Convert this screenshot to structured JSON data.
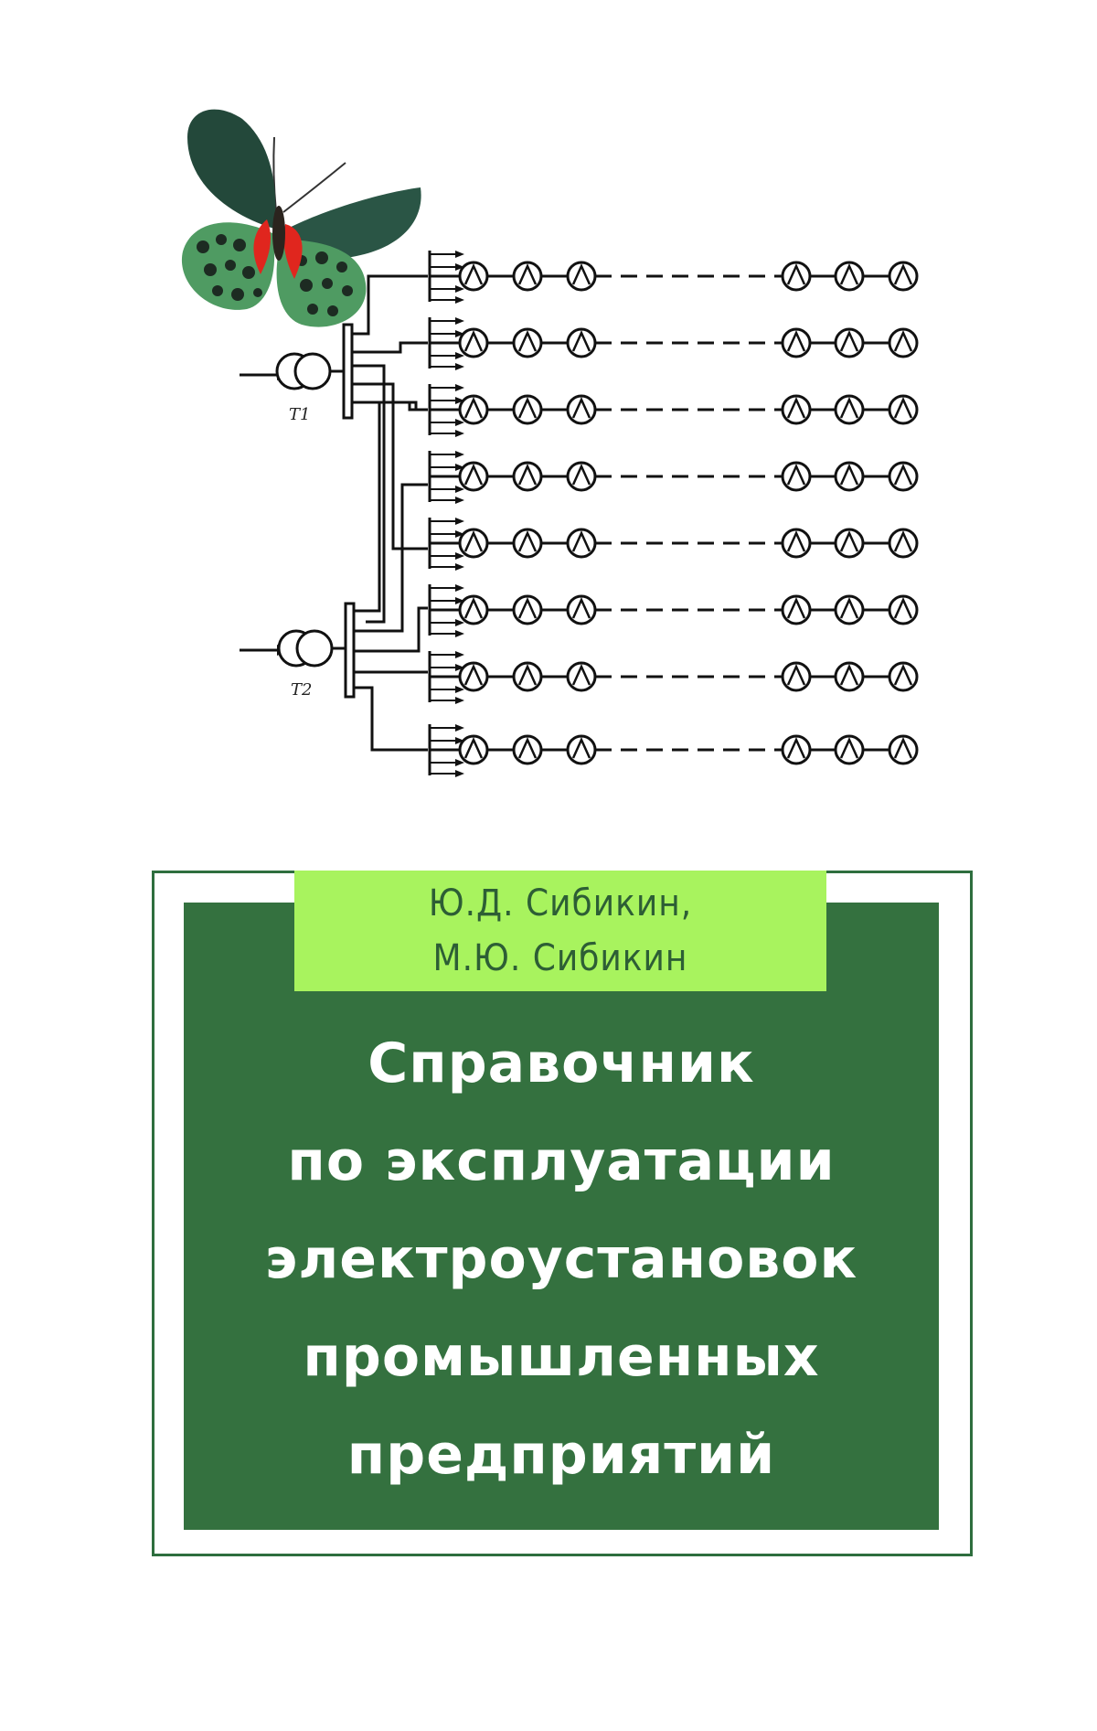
{
  "authors": [
    "Ю.Д. Сибикин,",
    "М.Ю. Сибикин"
  ],
  "title_lines": [
    "Справочник",
    "по эксплуатации",
    "электроустановок",
    "промышленных",
    "предприятий"
  ],
  "diagram": {
    "transformer_labels": [
      "T1",
      "T2"
    ],
    "feeder_count": 8,
    "lamps_per_feeder_visible": 6
  },
  "colors": {
    "panel": "#34713f",
    "authors_box": "#a8f35e",
    "title_text": "#ffffff",
    "author_text": "#2d5e35"
  }
}
